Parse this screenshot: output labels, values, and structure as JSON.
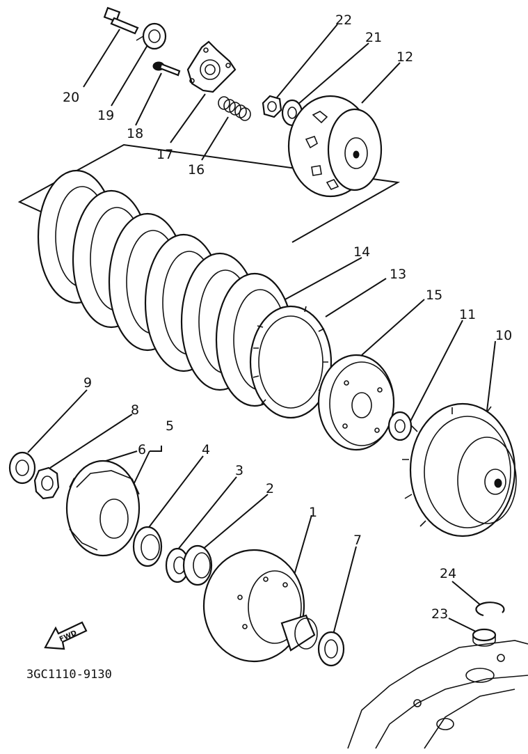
{
  "diagram": {
    "drawing_code": "3GC1110-9130",
    "direction_marker": "FWD",
    "parts": [
      {
        "number": "1"
      },
      {
        "number": "2"
      },
      {
        "number": "3"
      },
      {
        "number": "4"
      },
      {
        "number": "5"
      },
      {
        "number": "6"
      },
      {
        "number": "7"
      },
      {
        "number": "8"
      },
      {
        "number": "9"
      },
      {
        "number": "10"
      },
      {
        "number": "11"
      },
      {
        "number": "12"
      },
      {
        "number": "13"
      },
      {
        "number": "14"
      },
      {
        "number": "15"
      },
      {
        "number": "16"
      },
      {
        "number": "17"
      },
      {
        "number": "18"
      },
      {
        "number": "19"
      },
      {
        "number": "20"
      },
      {
        "number": "21"
      },
      {
        "number": "22"
      },
      {
        "number": "23"
      },
      {
        "number": "24"
      }
    ]
  }
}
